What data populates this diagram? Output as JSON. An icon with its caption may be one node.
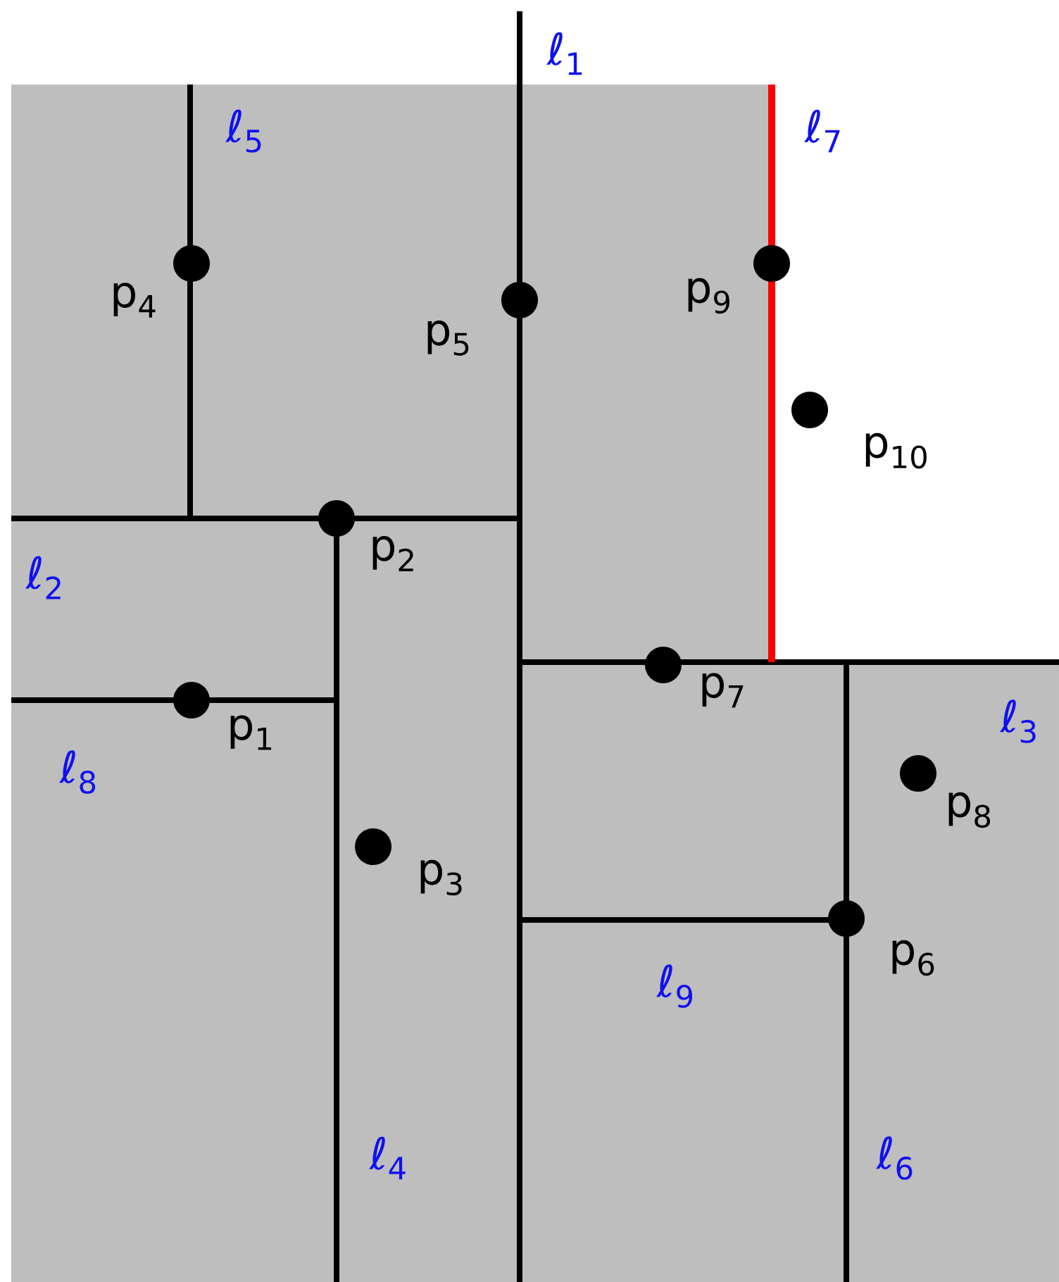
{
  "diagram": {
    "labels": [
      "ℓ$_{1}$",
      "ℓ$_{2}$",
      "ℓ$_{3}$",
      "ℓ$_{4}$",
      "ℓ$_{5}$",
      "ℓ$_{6}$",
      "ℓ$_{7}$",
      "ℓ$_{8}$",
      "ℓ$_{9}$",
      "p$_{1}$",
      "p$_{2}$",
      "p$_{3}$",
      "p$_{4}$",
      "p$_{5}$",
      "p$_{6}$",
      "p$_{7}$",
      "p$_{8}$",
      "p$_{9}$",
      "p$_{10}$"
    ]
  }
}
